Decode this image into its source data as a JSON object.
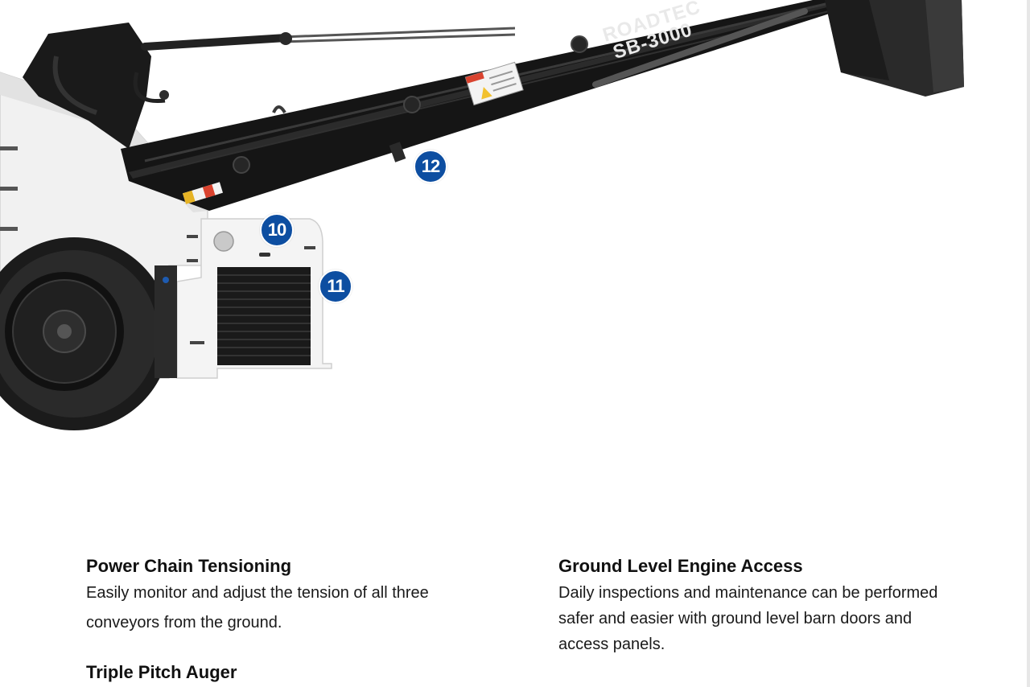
{
  "illustration": {
    "name": "roadtec-sb-3000-machine",
    "brand_line_1": "ROADTEC",
    "brand_line_2": "SB-3000"
  },
  "callouts": [
    {
      "number": "12"
    },
    {
      "number": "10"
    },
    {
      "number": "11"
    }
  ],
  "features": [
    {
      "title": "Power Chain Tensioning",
      "description": "Easily monitor and adjust the tension of all three conveyors from the ground."
    },
    {
      "title": "Ground Level Engine Access",
      "description": "Daily inspections and maintenance can be performed safer and easier with ground level barn doors and access panels."
    },
    {
      "title": "Triple Pitch Auger",
      "description": ""
    }
  ],
  "colors": {
    "callout_blue": "#0d4ea1",
    "conveyor_black": "#151515",
    "body_white": "#f2f2f2"
  }
}
